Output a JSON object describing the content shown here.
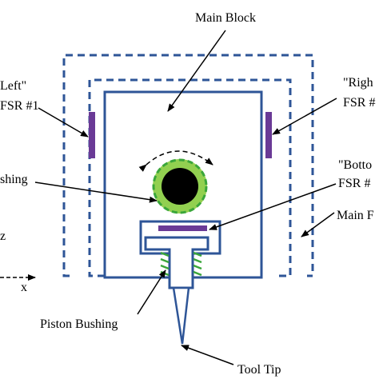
{
  "labels": {
    "main_block": "Main Block",
    "left_line1": "Left\"",
    "left_line2": "FSR #1",
    "right_line1": "\"Righ",
    "right_line2": "FSR #",
    "bushing": "shing",
    "bottom_line1": "\"Botto",
    "bottom_line2": "FSR #",
    "main_frame": "Main F",
    "z_axis": "z",
    "x_axis": "x",
    "piston_bushing": "Piston Bushing",
    "tool_tip": "Tool Tip"
  },
  "colors": {
    "outline": "#2e5597",
    "sensor": "#6a3a96",
    "bushing_ring": "#92d050",
    "bushing_dash": "#3aa63a",
    "core": "#000000",
    "text": "#000000"
  }
}
